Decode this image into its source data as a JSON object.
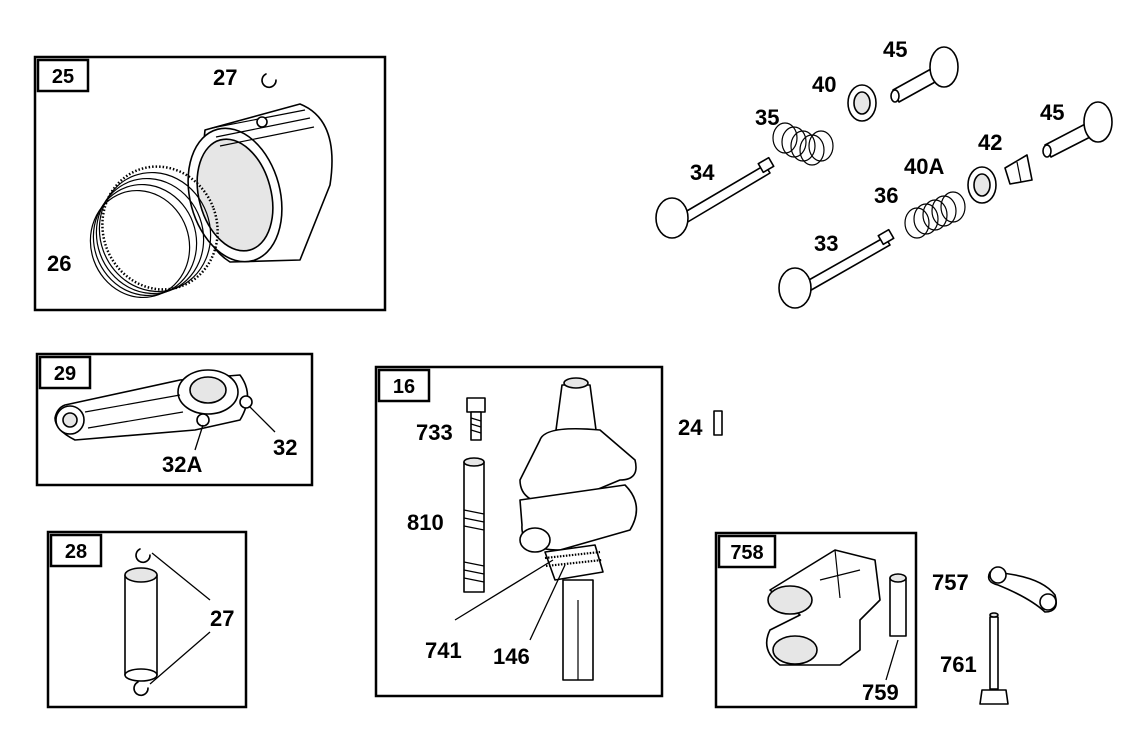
{
  "kits": {
    "k25": "25",
    "k29": "29",
    "k28": "28",
    "k16": "16",
    "k758": "758"
  },
  "parts": {
    "p27a": "27",
    "p26": "26",
    "p45a": "45",
    "p40": "40",
    "p35": "35",
    "p34": "34",
    "p45b": "45",
    "p42": "42",
    "p40a": "40A",
    "p36": "36",
    "p33": "33",
    "p32": "32",
    "p32a": "32A",
    "p27b": "27",
    "p733": "733",
    "p810": "810",
    "p741": "741",
    "p146": "146",
    "p24": "24",
    "p757": "757",
    "p761": "761",
    "p759": "759"
  }
}
